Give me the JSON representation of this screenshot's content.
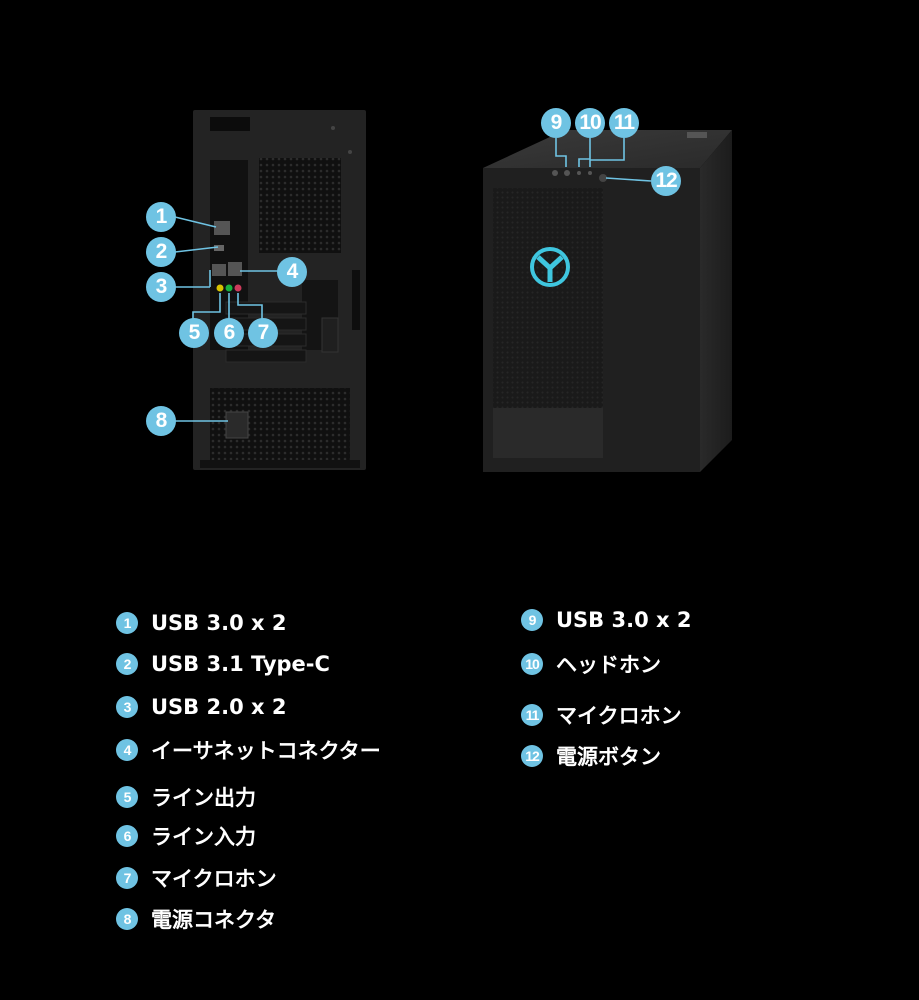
{
  "colors": {
    "background": "#000000",
    "badge": "#6fc3e3",
    "text": "#ffffff",
    "logo_accent": "#3fc6df"
  },
  "callouts": [
    "1",
    "2",
    "3",
    "4",
    "5",
    "6",
    "7",
    "8",
    "9",
    "10",
    "11",
    "12"
  ],
  "legend": [
    {
      "num": "1",
      "label": "USB 3.0 x 2"
    },
    {
      "num": "2",
      "label": "USB 3.1 Type-C"
    },
    {
      "num": "3",
      "label": "USB 2.0 x 2"
    },
    {
      "num": "4",
      "label": "イーサネットコネクター"
    },
    {
      "num": "5",
      "label": "ライン出力"
    },
    {
      "num": "6",
      "label": "ライン入力"
    },
    {
      "num": "7",
      "label": "マイクロホン"
    },
    {
      "num": "8",
      "label": "電源コネクタ"
    },
    {
      "num": "9",
      "label": "USB 3.0 x 2"
    },
    {
      "num": "10",
      "label": "ヘッドホン"
    },
    {
      "num": "11",
      "label": "マイクロホン"
    },
    {
      "num": "12",
      "label": "電源ボタン"
    }
  ]
}
